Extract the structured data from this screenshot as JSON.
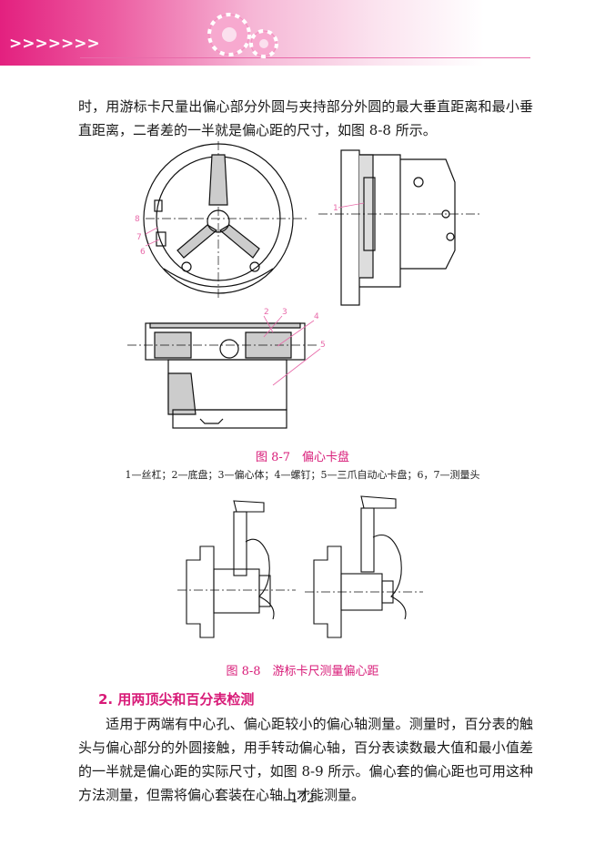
{
  "header": {
    "chevrons": ">>>>>>>",
    "colors": {
      "pink": "#e3207f",
      "caption_pink": "#d81b78"
    },
    "decoration_icon": "gears-icon"
  },
  "paragraph_top": "时，用游标卡尺量出偏心部分外圆与夹持部分外圆的最大垂直距离和最小垂直距离，二者差的一半就是偏心距的尺寸，如图 8-8 所示。",
  "figure_8_7": {
    "caption": "图 8-7　偏心卡盘",
    "legend": "1—丝杠；2—底盘；3—偏心体；4—螺钉；5—三爪自动心卡盘；6，7—测量头",
    "callouts": [
      "1",
      "2",
      "3",
      "4",
      "5",
      "6",
      "7",
      "8"
    ]
  },
  "figure_8_8": {
    "caption": "图 8-8　游标卡尺测量偏心距"
  },
  "section": {
    "heading": "2. 用两顶尖和百分表检测",
    "body": "适用于两端有中心孔、偏心距较小的偏心轴测量。测量时，百分表的触头与偏心部分的外圆接触，用手转动偏心轴，百分表读数最大值和最小值差的一半就是偏心距的实际尺寸，如图 8-9 所示。偏心套的偏心距也可用这种方法测量，但需将偏心套装在心轴上才能测量。"
  },
  "page_number": "· 172 ·"
}
